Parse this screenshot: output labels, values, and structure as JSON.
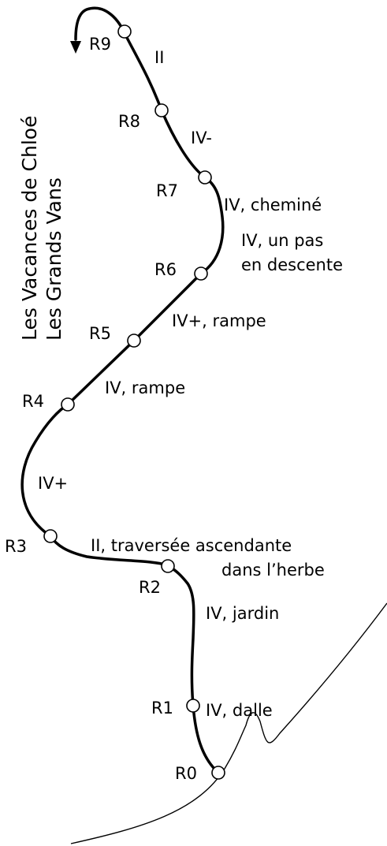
{
  "title": {
    "line1": "Les Vacances de Chloé",
    "line2": "Les Grands Vans"
  },
  "belays": [
    "R0",
    "R1",
    "R2",
    "R3",
    "R4",
    "R5",
    "R6",
    "R7",
    "R8",
    "R9"
  ],
  "pitches": {
    "p1": "IV, dalle",
    "p2": "IV, jardin",
    "p3a": "II, traversée ascendante",
    "p3b": "dans l’herbe",
    "p4": "IV+",
    "p5": "IV, rampe",
    "p6": "IV+, rampe",
    "p7a": "IV, un pas",
    "p7b": "en descente",
    "p8": "IV, cheminé",
    "p9": "IV-",
    "p10": "II"
  },
  "icons": [
    "descent-arrow-icon"
  ]
}
